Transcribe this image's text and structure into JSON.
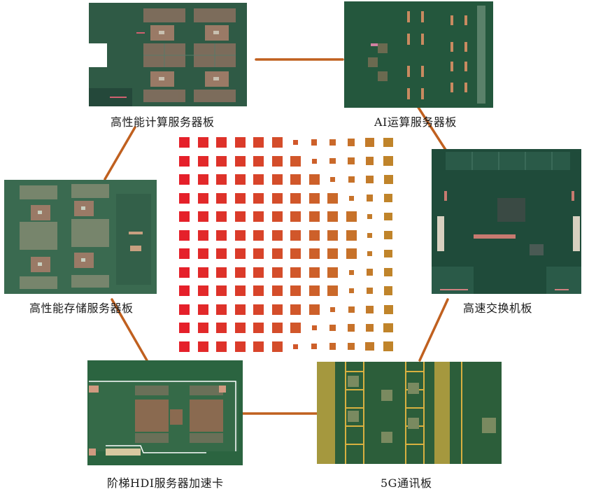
{
  "diagram": {
    "type": "hexagon-product-showcase",
    "connector_color": "#c0601f",
    "center_pattern": {
      "description": "12x12 halftone square grid, red to ochre gradient, diagonal band of shrinking squares",
      "rows": 12,
      "cols": 12,
      "color_start": "#e5202a",
      "color_end": "#c0842a"
    },
    "nodes": [
      {
        "id": "hpc",
        "label": "高性能计算服务器板",
        "position": "top-left",
        "board_color": "#2f5a45"
      },
      {
        "id": "ai",
        "label": "AI运算服务器板",
        "position": "top-right",
        "board_color": "#24573d"
      },
      {
        "id": "storage",
        "label": "高性能存储服务器板",
        "position": "middle-left",
        "board_color": "#3a6a50"
      },
      {
        "id": "switch",
        "label": "高速交换机板",
        "position": "middle-right",
        "board_color": "#1f4b3a"
      },
      {
        "id": "hdi",
        "label": "阶梯HDI服务器加速卡",
        "position": "bottom-left",
        "board_color": "#2b6440"
      },
      {
        "id": "5g",
        "label": "5G通讯板",
        "position": "bottom-right",
        "board_color": "#2c5e3a"
      }
    ]
  }
}
